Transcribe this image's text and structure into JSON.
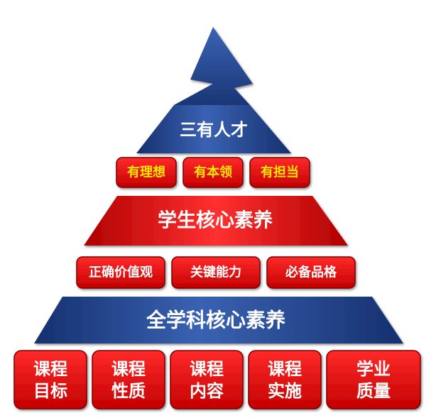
{
  "pyramid": {
    "apex": {
      "title": "三有人才",
      "items": [
        "有理想",
        "有本领",
        "有担当"
      ]
    },
    "middle": {
      "title": "学生核心素养",
      "items": [
        "正确价值观",
        "关键能力",
        "必备品格"
      ]
    },
    "base": {
      "title": "全学科核心素养",
      "items": [
        {
          "line1": "课程",
          "line2": "目标"
        },
        {
          "line1": "课程",
          "line2": "性质"
        },
        {
          "line1": "课程",
          "line2": "内容"
        },
        {
          "line1": "课程",
          "line2": "实施"
        },
        {
          "line1": "学业",
          "line2": "质量"
        }
      ]
    }
  },
  "colors": {
    "blue_dark": "#15306e",
    "blue_light": "#3b63b3",
    "red_dark": "#c40000",
    "red_light": "#ff2a2a",
    "yellow_text": "#ffe600"
  }
}
